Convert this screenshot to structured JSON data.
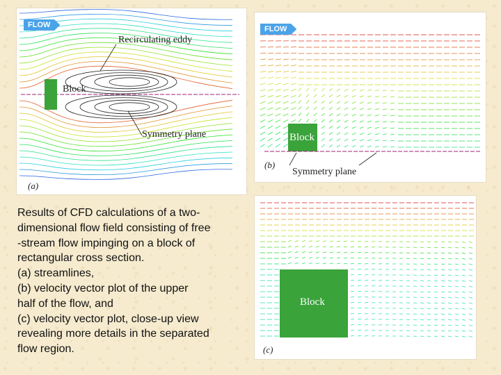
{
  "panel_a": {
    "flow_label": "FLOW",
    "labels": {
      "eddy": "Recirculating eddy",
      "block": "Block",
      "symmetry": "Symmetry plane"
    },
    "sublabel": "(a)"
  },
  "panel_b": {
    "flow_label": "FLOW",
    "labels": {
      "block": "Block",
      "symmetry": "Symmetry plane"
    },
    "sublabel": "(b)"
  },
  "panel_c": {
    "labels": {
      "block": "Block"
    },
    "sublabel": "(c)"
  },
  "caption": {
    "lines": [
      "Results of CFD calculations of a two-",
      "dimensional flow field consisting of free",
      "-stream flow impinging on a block of",
      "rectangular cross section.",
      "(a) streamlines,",
      "(b) velocity vector plot of the upper",
      "half of the flow, and",
      "(c) velocity vector plot, close-up view",
      "revealing more details in the separated",
      "flow region."
    ]
  },
  "colors": {
    "block": "#3aa33a",
    "flow_badge": "#4aa3e8",
    "symmetry_line": "#a0207a"
  }
}
